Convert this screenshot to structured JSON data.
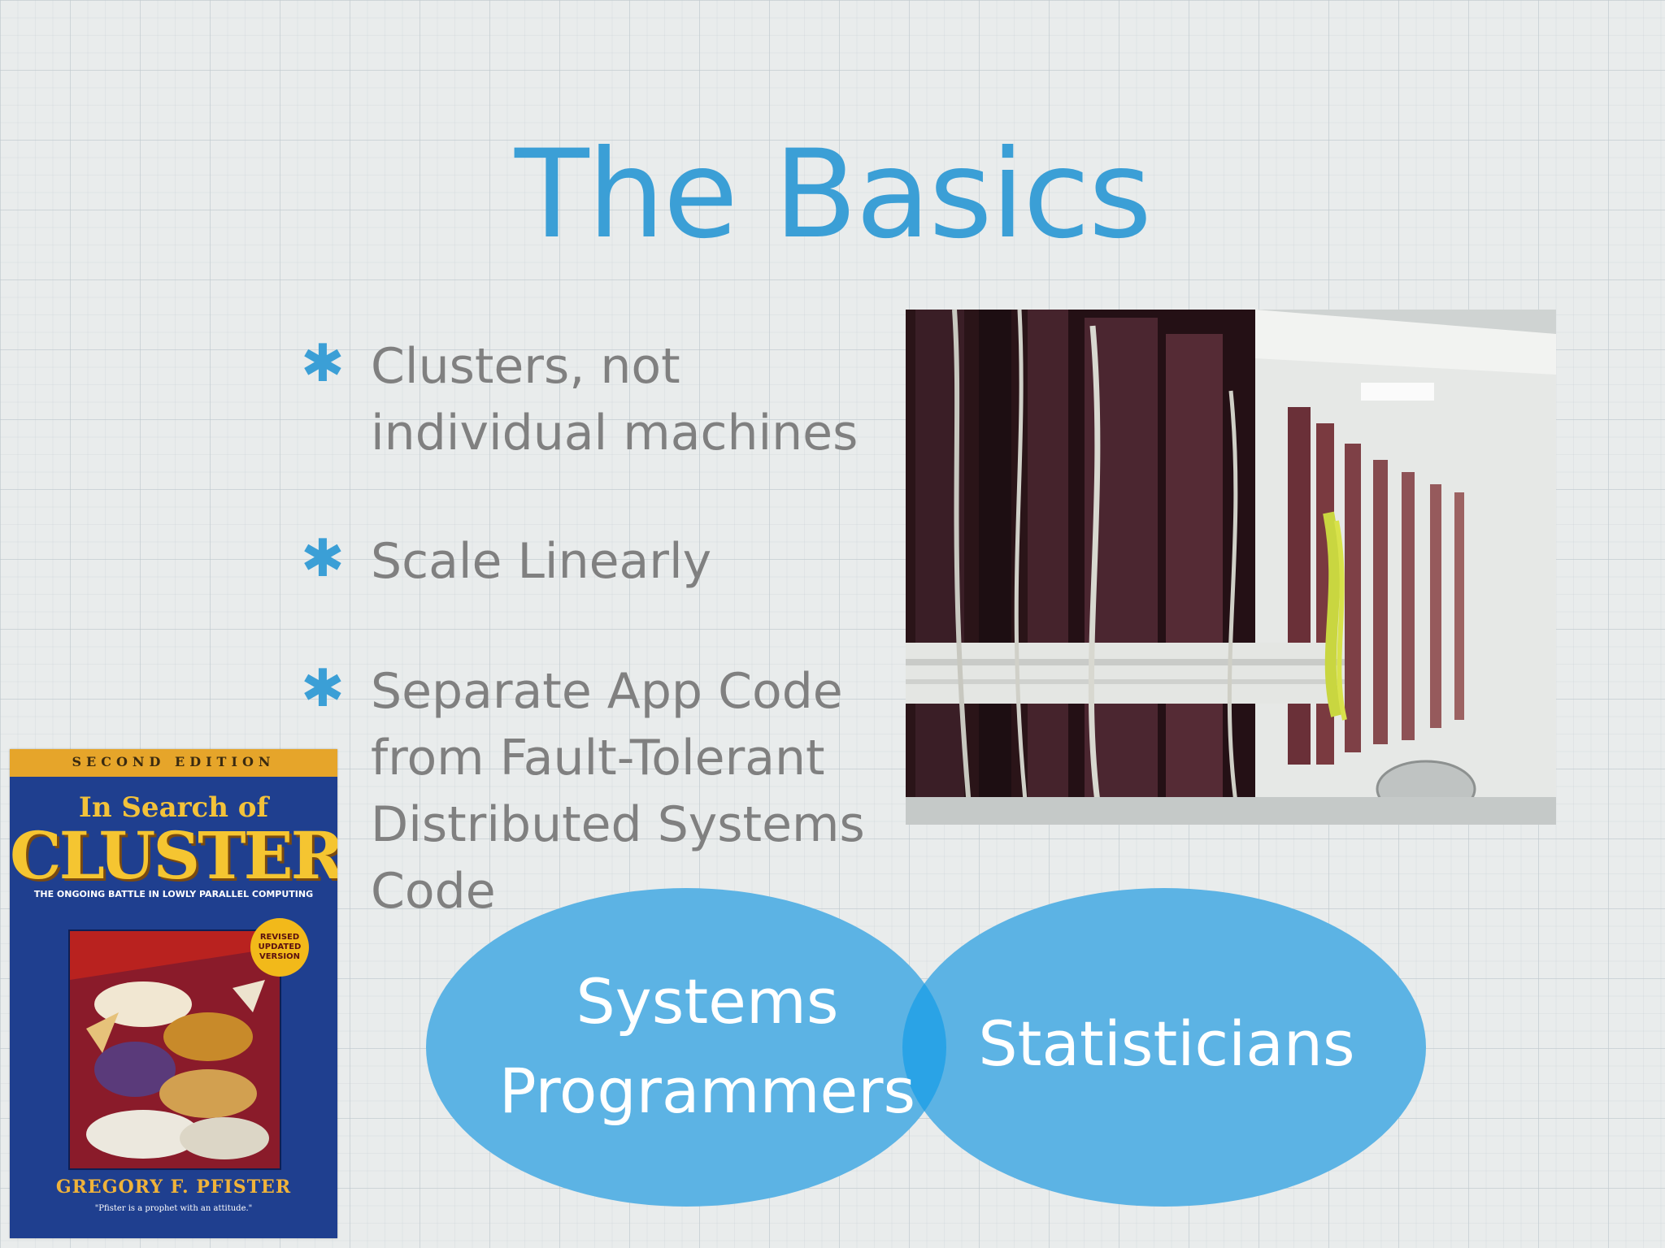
{
  "slide": {
    "title": "The Basics",
    "bullets": [
      {
        "text": "Clusters, not\nindividual machines"
      },
      {
        "text": "Scale Linearly"
      },
      {
        "text": "Separate App Code\nfrom Fault-Tolerant\nDistributed Systems\nCode"
      }
    ],
    "bullet_symbol": "✱"
  },
  "book_cover": {
    "edition": "SECOND EDITION",
    "title_line1": "In Search of",
    "title_line2": "CLUSTERS",
    "tagline": "THE ONGOING BATTLE IN LOWLY PARALLEL COMPUTING",
    "badge": "REVISED\nUPDATED\nVERSION",
    "author": "GREGORY F. PFISTER",
    "quote": "\"Pfister is a prophet with an attitude.\""
  },
  "venn": {
    "left_label": "Systems\nProgrammers",
    "right_label": "Statisticians"
  },
  "colors": {
    "accent": "#3b9fd6",
    "bullet_text": "#808080",
    "venn_fill": "#5cb3e4",
    "venn_overlap": "#2aa3e6"
  }
}
